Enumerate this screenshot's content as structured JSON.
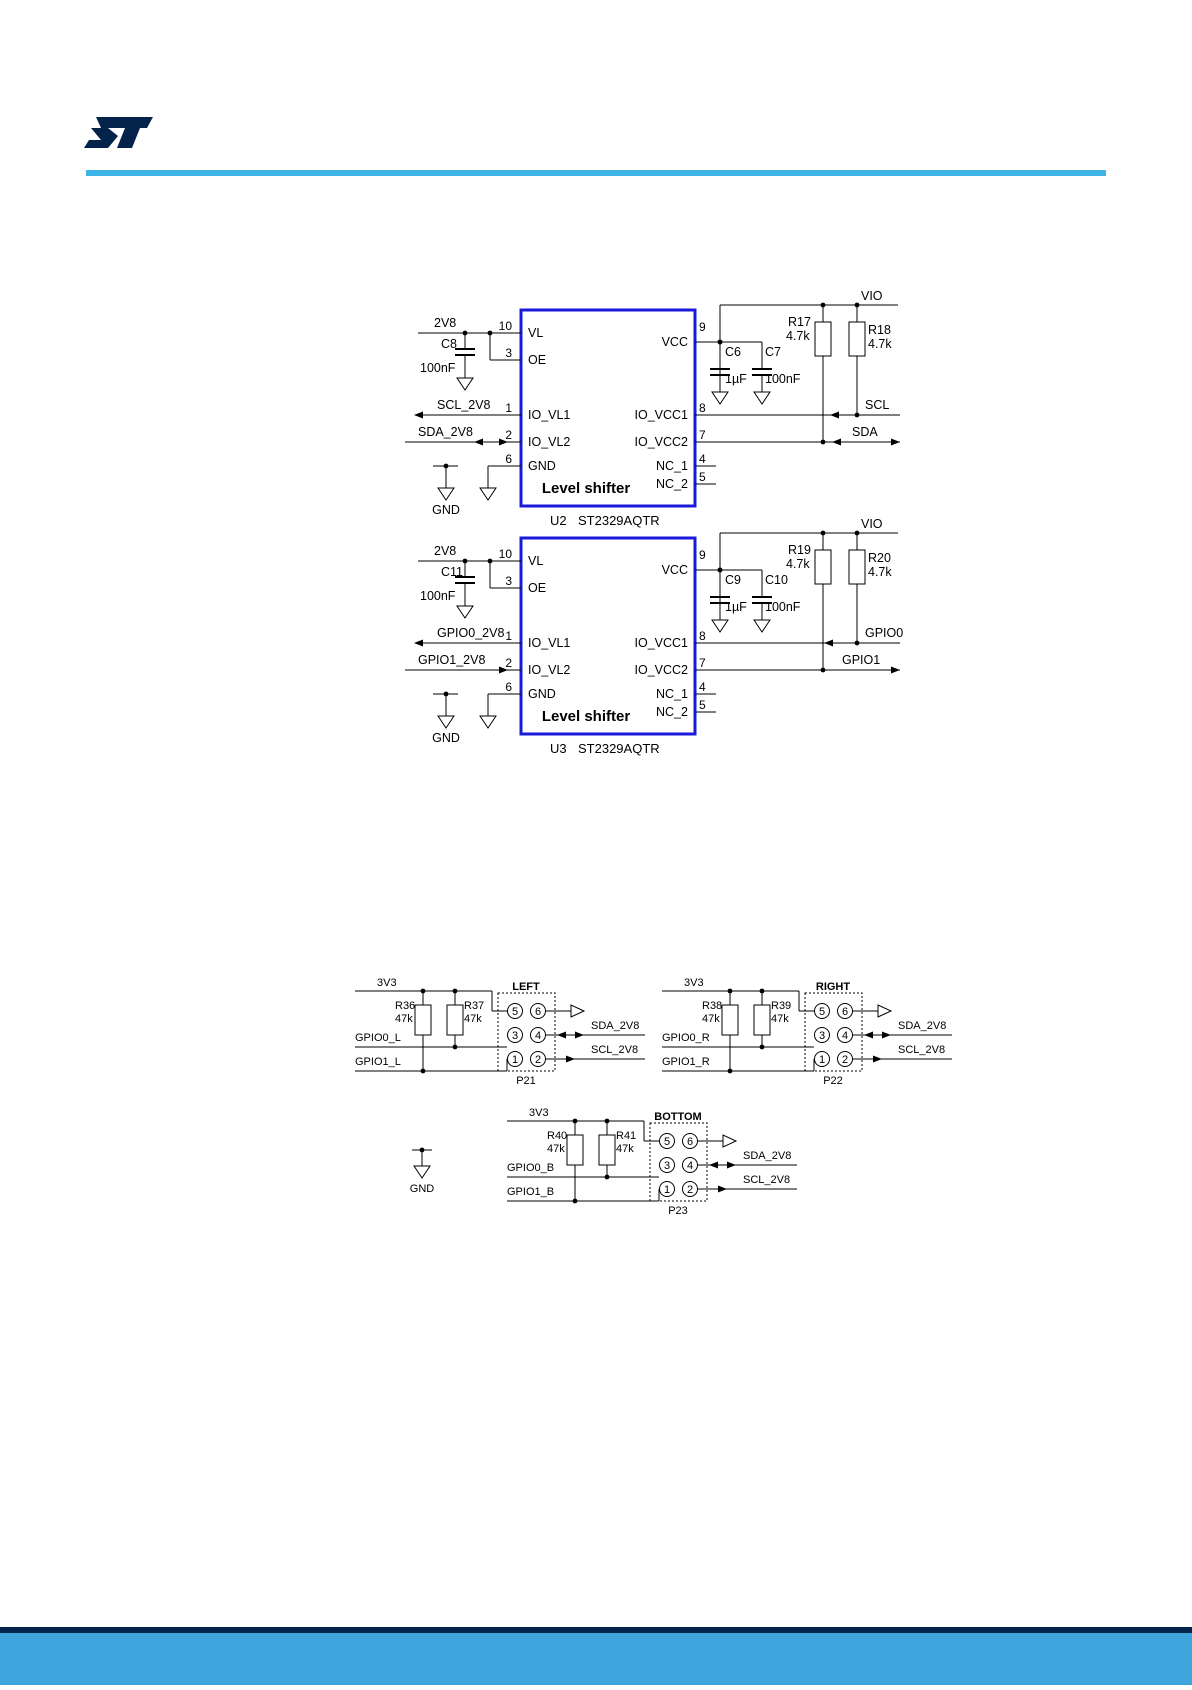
{
  "header": {
    "logo": "ST",
    "logo_color": "#03234b",
    "accent_color": "#3cb4e6"
  },
  "footer": {
    "band_color": "#3ea6dc",
    "line_color": "#03234b"
  },
  "level_shifters": [
    {
      "designator": "U2",
      "part": "ST2329AQTR",
      "function": "Level shifter",
      "box_color": "#1a1adb",
      "left_pins": [
        {
          "num": "10",
          "name": "VL"
        },
        {
          "num": "3",
          "name": "OE"
        },
        {
          "num": "1",
          "name": "IO_VL1"
        },
        {
          "num": "2",
          "name": "IO_VL2"
        },
        {
          "num": "6",
          "name": "GND"
        }
      ],
      "right_pins": [
        {
          "num": "9",
          "name": "VCC"
        },
        {
          "num": "8",
          "name": "IO_VCC1"
        },
        {
          "num": "7",
          "name": "IO_VCC2"
        },
        {
          "num": "4",
          "name": "NC_1"
        },
        {
          "num": "5",
          "name": "NC_2"
        }
      ],
      "vl_net": "2V8",
      "vl_cap": {
        "ref": "C8",
        "value": "100nF"
      },
      "vcc_caps": [
        {
          "ref": "C6",
          "value": "1µF"
        },
        {
          "ref": "C7",
          "value": "100nF"
        }
      ],
      "pullups": [
        {
          "ref": "R17",
          "value": "4.7k"
        },
        {
          "ref": "R18",
          "value": "4.7k"
        }
      ],
      "vcc_net": "VIO",
      "left_nets": [
        "SCL_2V8",
        "SDA_2V8"
      ],
      "right_nets": [
        "SCL",
        "SDA"
      ],
      "gnd_label": "GND"
    },
    {
      "designator": "U3",
      "part": "ST2329AQTR",
      "function": "Level shifter",
      "box_color": "#1a1adb",
      "left_pins": [
        {
          "num": "10",
          "name": "VL"
        },
        {
          "num": "3",
          "name": "OE"
        },
        {
          "num": "1",
          "name": "IO_VL1"
        },
        {
          "num": "2",
          "name": "IO_VL2"
        },
        {
          "num": "6",
          "name": "GND"
        }
      ],
      "right_pins": [
        {
          "num": "9",
          "name": "VCC"
        },
        {
          "num": "8",
          "name": "IO_VCC1"
        },
        {
          "num": "7",
          "name": "IO_VCC2"
        },
        {
          "num": "4",
          "name": "NC_1"
        },
        {
          "num": "5",
          "name": "NC_2"
        }
      ],
      "vl_net": "2V8",
      "vl_cap": {
        "ref": "C11",
        "value": "100nF"
      },
      "vcc_caps": [
        {
          "ref": "C9",
          "value": "1µF"
        },
        {
          "ref": "C10",
          "value": "100nF"
        }
      ],
      "pullups": [
        {
          "ref": "R19",
          "value": "4.7k"
        },
        {
          "ref": "R20",
          "value": "4.7k"
        }
      ],
      "vcc_net": "VIO",
      "left_nets": [
        "GPIO0_2V8",
        "GPIO1_2V8"
      ],
      "right_nets": [
        "GPIO0",
        "GPIO1"
      ],
      "gnd_label": "GND"
    }
  ],
  "connectors": [
    {
      "title": "LEFT",
      "ref": "P21",
      "supply": "3V3",
      "resistors": [
        {
          "ref": "R36",
          "value": "47k"
        },
        {
          "ref": "R37",
          "value": "47k"
        }
      ],
      "left_nets": [
        "GPIO0_L",
        "GPIO1_L"
      ],
      "right_nets": [
        "SDA_2V8",
        "SCL_2V8"
      ],
      "pins": [
        "5",
        "6",
        "3",
        "4",
        "1",
        "2"
      ]
    },
    {
      "title": "RIGHT",
      "ref": "P22",
      "supply": "3V3",
      "resistors": [
        {
          "ref": "R38",
          "value": "47k"
        },
        {
          "ref": "R39",
          "value": "47k"
        }
      ],
      "left_nets": [
        "GPIO0_R",
        "GPIO1_R"
      ],
      "right_nets": [
        "SDA_2V8",
        "SCL_2V8"
      ],
      "pins": [
        "5",
        "6",
        "3",
        "4",
        "1",
        "2"
      ]
    },
    {
      "title": "BOTTOM",
      "ref": "P23",
      "supply": "3V3",
      "resistors": [
        {
          "ref": "R40",
          "value": "47k"
        },
        {
          "ref": "R41",
          "value": "47k"
        }
      ],
      "left_nets": [
        "GPIO0_B",
        "GPIO1_B"
      ],
      "right_nets": [
        "SDA_2V8",
        "SCL_2V8"
      ],
      "pins": [
        "5",
        "6",
        "3",
        "4",
        "1",
        "2"
      ]
    }
  ],
  "gnd_symbol_label": "GND"
}
